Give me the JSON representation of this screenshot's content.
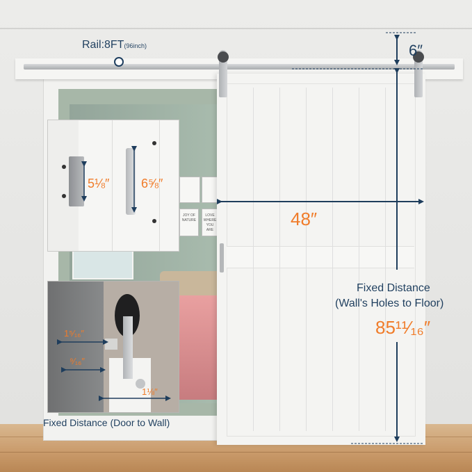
{
  "rail": {
    "label": "Rail:8FT",
    "sub": "(96inch)"
  },
  "dims": {
    "top_gap": "6″",
    "width": "48″",
    "handle_hole": "5⅛″",
    "handle_len": "6⅝″",
    "wheel_offset": "1⁵⁄₁₆″",
    "plate_offset": "⁹⁄₁₆″",
    "guide": "1⅛″",
    "height": "85¹¹⁄₁₆″"
  },
  "captions": {
    "wall_floor_1": "Fixed Distance",
    "wall_floor_2": "(Wall's Holes to Floor)",
    "door_wall": "Fixed Distance (Door to Wall)"
  },
  "posters": {
    "p1": "JOY OF NATURE",
    "p2": "LOVE WHERE YOU ARE"
  },
  "colors": {
    "accent": "#f07c2a",
    "arrow": "#1e3d5c",
    "door": "#f4f4f2"
  }
}
